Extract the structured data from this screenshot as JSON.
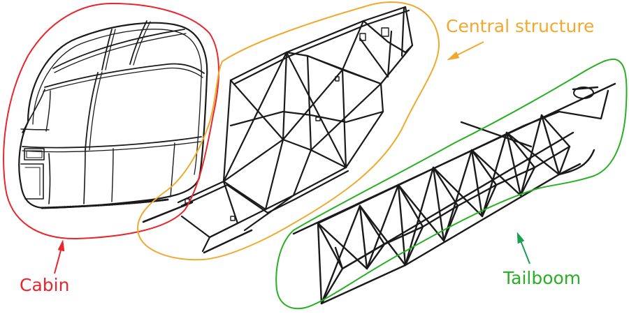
{
  "labels": {
    "cabin": "Cabin",
    "central_structure": "Central structure",
    "tailboom": "Tailboom"
  },
  "colors": {
    "cabin": "#e8262b",
    "central_structure": "#f0a92e",
    "tailboom": "#27b024",
    "drawing": "#1a1a1a"
  },
  "components": [
    {
      "id": "cabin",
      "shape": "bubble-canopy"
    },
    {
      "id": "central_structure",
      "shape": "tube-frame"
    },
    {
      "id": "tailboom",
      "shape": "truss-boom"
    }
  ]
}
